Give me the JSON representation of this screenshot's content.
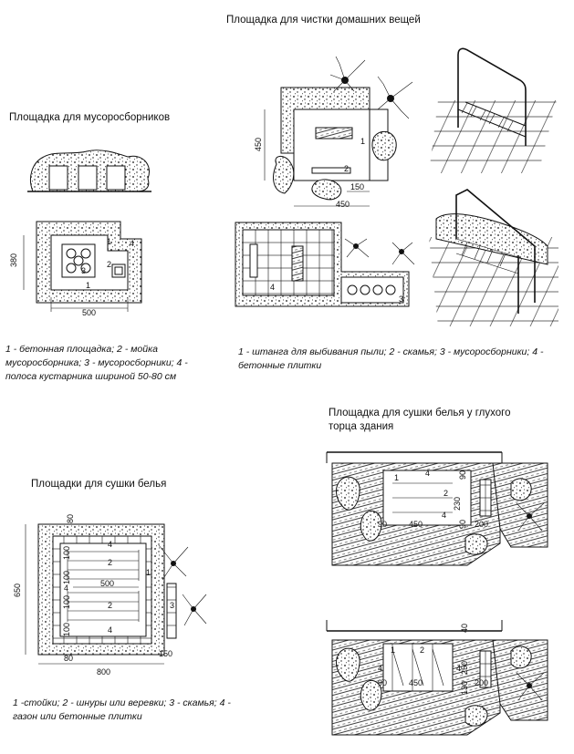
{
  "titles": {
    "cleaning": "Площадка для чистки домашних вещей",
    "garbage": "Площадка для мусоросборников",
    "drying": "Площадки для сушки белья",
    "drying_wall": "Площадка для сушки белья у глухого торца здания"
  },
  "legends": {
    "garbage": "1 - бетонная площадка; 2 - мойка мусоросборника; 3 - мусоросборники; 4 - полоса кустарника шириной 50-80 см",
    "cleaning": "1 - штанга для выбивания пыли; 2 - скамья; 3 - мусоросборники; 4 - бетонные плитки",
    "drying": "1 -стойки; 2 - шнуры или веревки; 3 - скамья; 4 - газон или бетонные плитки"
  },
  "labels": {
    "garbage_plan": {
      "dim_380": "380",
      "dim_500": "500",
      "n1a": "1",
      "n1b": "1",
      "n2": "2",
      "n3": "3",
      "n4": "4"
    },
    "cleaning_plan": {
      "dim_450v": "450",
      "dim_450h": "450",
      "dim_150": "150",
      "n1": "1",
      "n2": "2",
      "n3": "3",
      "n4": "4"
    },
    "drying_plan": {
      "dim_650": "650",
      "dim_800": "800",
      "dim_500": "500",
      "dim_80a": "80",
      "dim_80b": "80",
      "dim_100a": "100",
      "dim_100b": "100",
      "dim_100c": "100",
      "dim_100d": "100",
      "dim_150": "150",
      "n1": "1",
      "n2a": "2",
      "n2b": "2",
      "n3": "3",
      "n4a": "4",
      "n4b": "4",
      "n4c": "4"
    },
    "wall_plan_top": {
      "dim_230": "230",
      "dim_90a": "90",
      "dim_90b": "90",
      "dim_450": "450",
      "dim_200": "200",
      "dim_90c": "90",
      "n1": "1",
      "n2": "2",
      "n4a": "4",
      "n4b": "4"
    },
    "wall_plan_bottom": {
      "dim_40": "40",
      "dim_250": "250",
      "dim_90a": "90",
      "dim_450": "450",
      "dim_130": "130",
      "dim_200": "200",
      "n1": "1",
      "n2": "2",
      "n4a": "4",
      "n4b": "4"
    }
  }
}
